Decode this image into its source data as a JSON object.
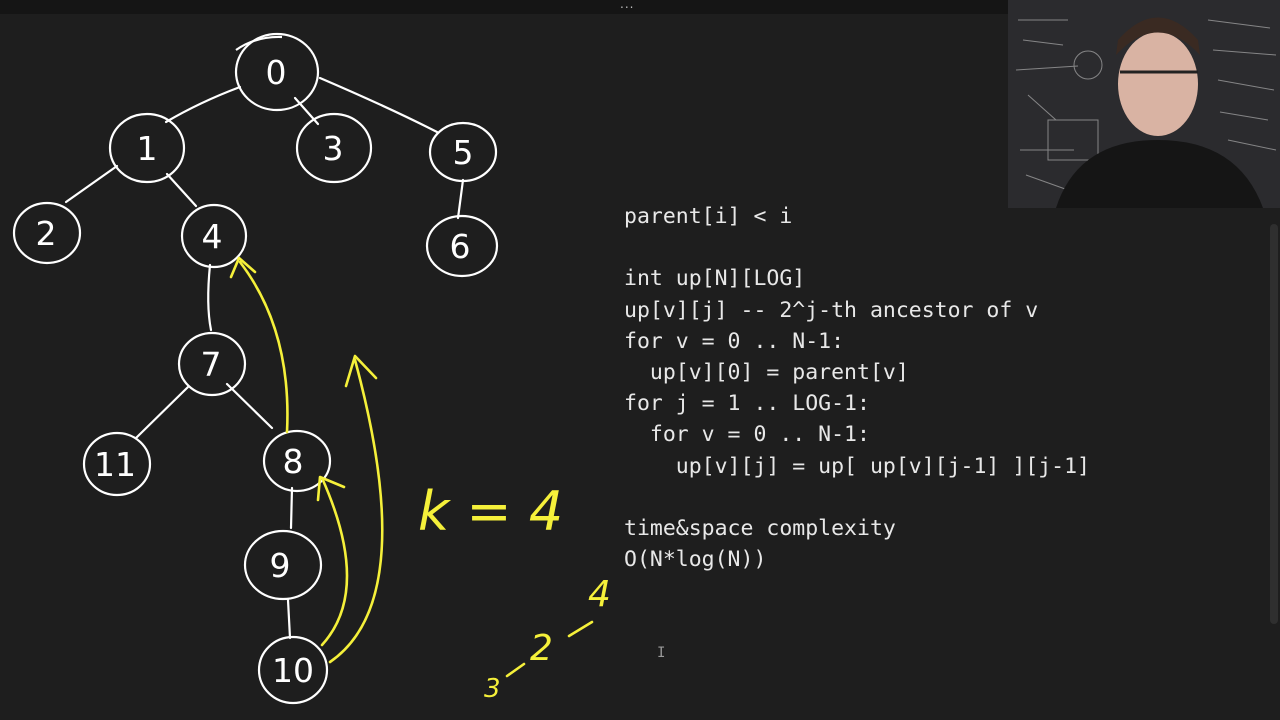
{
  "window": {
    "menu_dots": "..."
  },
  "tree": {
    "nodes": [
      "0",
      "1",
      "2",
      "3",
      "4",
      "5",
      "6",
      "7",
      "8",
      "9",
      "10",
      "11"
    ],
    "edges": [
      [
        "0",
        "1"
      ],
      [
        "0",
        "3"
      ],
      [
        "0",
        "5"
      ],
      [
        "1",
        "2"
      ],
      [
        "1",
        "4"
      ],
      [
        "5",
        "6"
      ],
      [
        "4",
        "7"
      ],
      [
        "7",
        "11"
      ],
      [
        "7",
        "8"
      ],
      [
        "8",
        "9"
      ],
      [
        "9",
        "10"
      ]
    ]
  },
  "annotations": {
    "k_label": "k = 4",
    "sequence": [
      "3",
      "2",
      "4"
    ]
  },
  "code": {
    "lines": [
      "parent[i] < i",
      "",
      "int up[N][LOG]",
      "up[v][j] -- 2^j-th ancestor of v",
      "for v = 0 .. N-1:",
      "  up[v][0] = parent[v]",
      "for j = 1 .. LOG-1:",
      "  for v = 0 .. N-1:",
      "    up[v][j] = up[ up[v][j-1] ][j-1]",
      "",
      "time&space complexity",
      "O(N*log(N))"
    ]
  },
  "text_cursor": "I",
  "colors": {
    "background": "#1e1e1e",
    "ink": "#ffffff",
    "highlight": "#f5f03a",
    "code_text": "#e8e8e8"
  }
}
